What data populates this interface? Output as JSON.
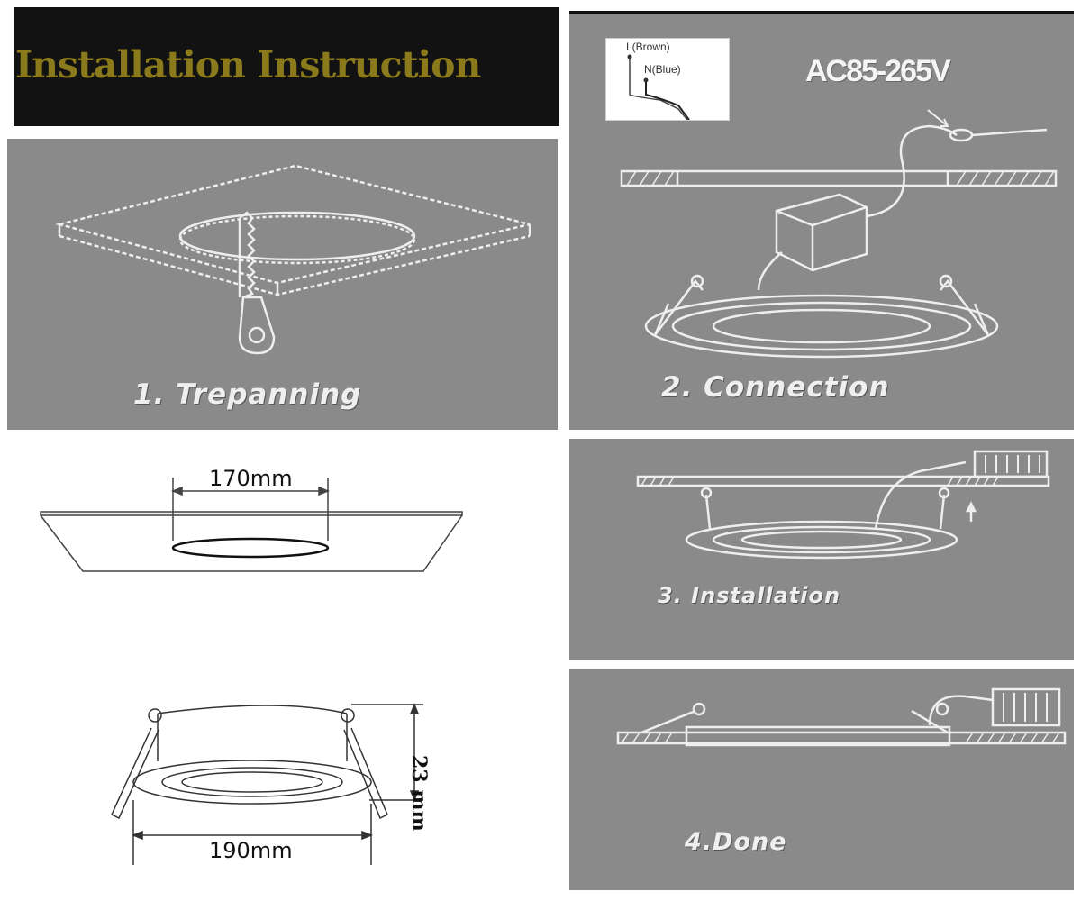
{
  "title": "Installation Instruction",
  "colors": {
    "panel": "#8a8a8a",
    "title_text": "#8b7a1c",
    "banner": "#121212"
  },
  "steps": [
    {
      "label": "1. Trepanning"
    },
    {
      "label": "2. Connection"
    },
    {
      "label": "3. Installation"
    },
    {
      "label": "4.Done"
    }
  ],
  "wiring": {
    "live": "L(Brown)",
    "neutral": "N(Blue)",
    "voltage": "AC85-265V"
  },
  "dimensions": {
    "cutout": "170mm",
    "diameter": "190mm",
    "height": "23 mm"
  }
}
